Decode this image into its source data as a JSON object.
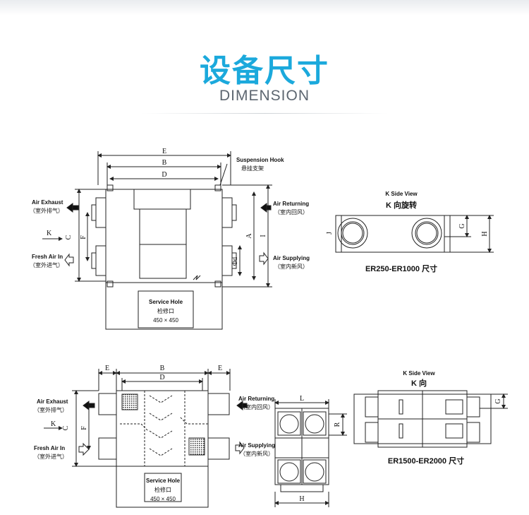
{
  "header": {
    "title_cn": "设备尺寸",
    "title_en": "DIMENSION"
  },
  "colors": {
    "title": "#1ba9dc",
    "subtitle": "#5d6670",
    "line": "#222222"
  },
  "top_plan": {
    "dims": {
      "E": "E",
      "B": "B",
      "D": "D",
      "C": "C",
      "F": "F",
      "A": "A",
      "I": "I",
      "phi_d": "Φd",
      "K": "K"
    },
    "suspension_en": "Suspension Hook",
    "suspension_cn": "悬挂支架",
    "air_exhaust_en": "Air Exhaust",
    "air_exhaust_cn": "（室外排气）",
    "fresh_air_en": "Fresh Air In",
    "fresh_air_cn": "（室外进气）",
    "air_returning_en": "Air Returning",
    "air_returning_cn": "（室内回风）",
    "air_supplying_en": "Air Supplying",
    "air_supplying_cn": "（室内新风）",
    "service_en": "Service Hole",
    "service_cn": "检修口",
    "service_size": "450 × 450"
  },
  "top_side": {
    "title_en": "K Side View",
    "title_cn": "K 向旋转",
    "dims": {
      "G": "G",
      "H": "H",
      "J": "J"
    },
    "caption": "ER250-ER1000 尺寸"
  },
  "bottom_plan": {
    "dims": {
      "E1": "E",
      "B": "B",
      "E2": "E",
      "D": "D",
      "C": "C",
      "F": "F",
      "K": "K"
    },
    "air_exhaust_en": "Air Exhaust",
    "air_exhaust_cn": "（室外排气）",
    "fresh_air_en": "Fresh Air In",
    "fresh_air_cn": "（室外进气）",
    "air_returning_en": "Air Returning",
    "air_returning_cn": "（室内回风）",
    "air_supplying_en": "Air Supplying",
    "air_supplying_cn": "（室内新风）",
    "service_en": "Service Hole",
    "service_cn": "检修口",
    "service_size": "450 × 450"
  },
  "bottom_front": {
    "dims": {
      "L": "L",
      "R": "R",
      "H": "H"
    }
  },
  "bottom_side": {
    "title_en": "K Side View",
    "title_cn": "K 向",
    "dims": {
      "G": "G"
    },
    "caption": "ER1500-ER2000 尺寸"
  }
}
